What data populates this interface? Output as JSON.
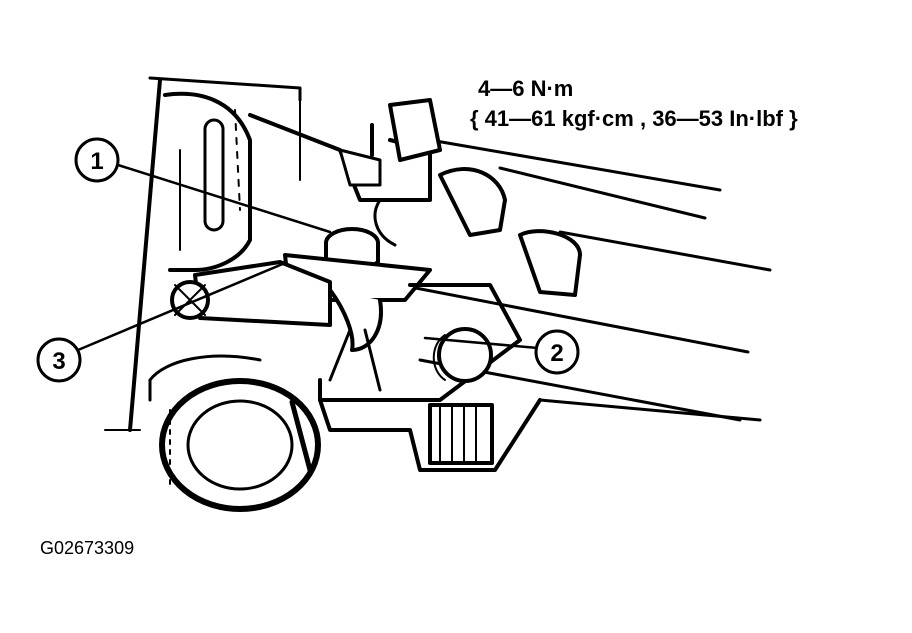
{
  "torque_spec": {
    "line1": "4—6 N·m",
    "line2": "{ 41—61 kgf·cm , 36—53 In·lbf }"
  },
  "callouts": [
    {
      "label": "1"
    },
    {
      "label": "2"
    },
    {
      "label": "3"
    }
  ],
  "figure_id": "G02673309",
  "colors": {
    "ink": "#000000",
    "paper": "#ffffff"
  }
}
